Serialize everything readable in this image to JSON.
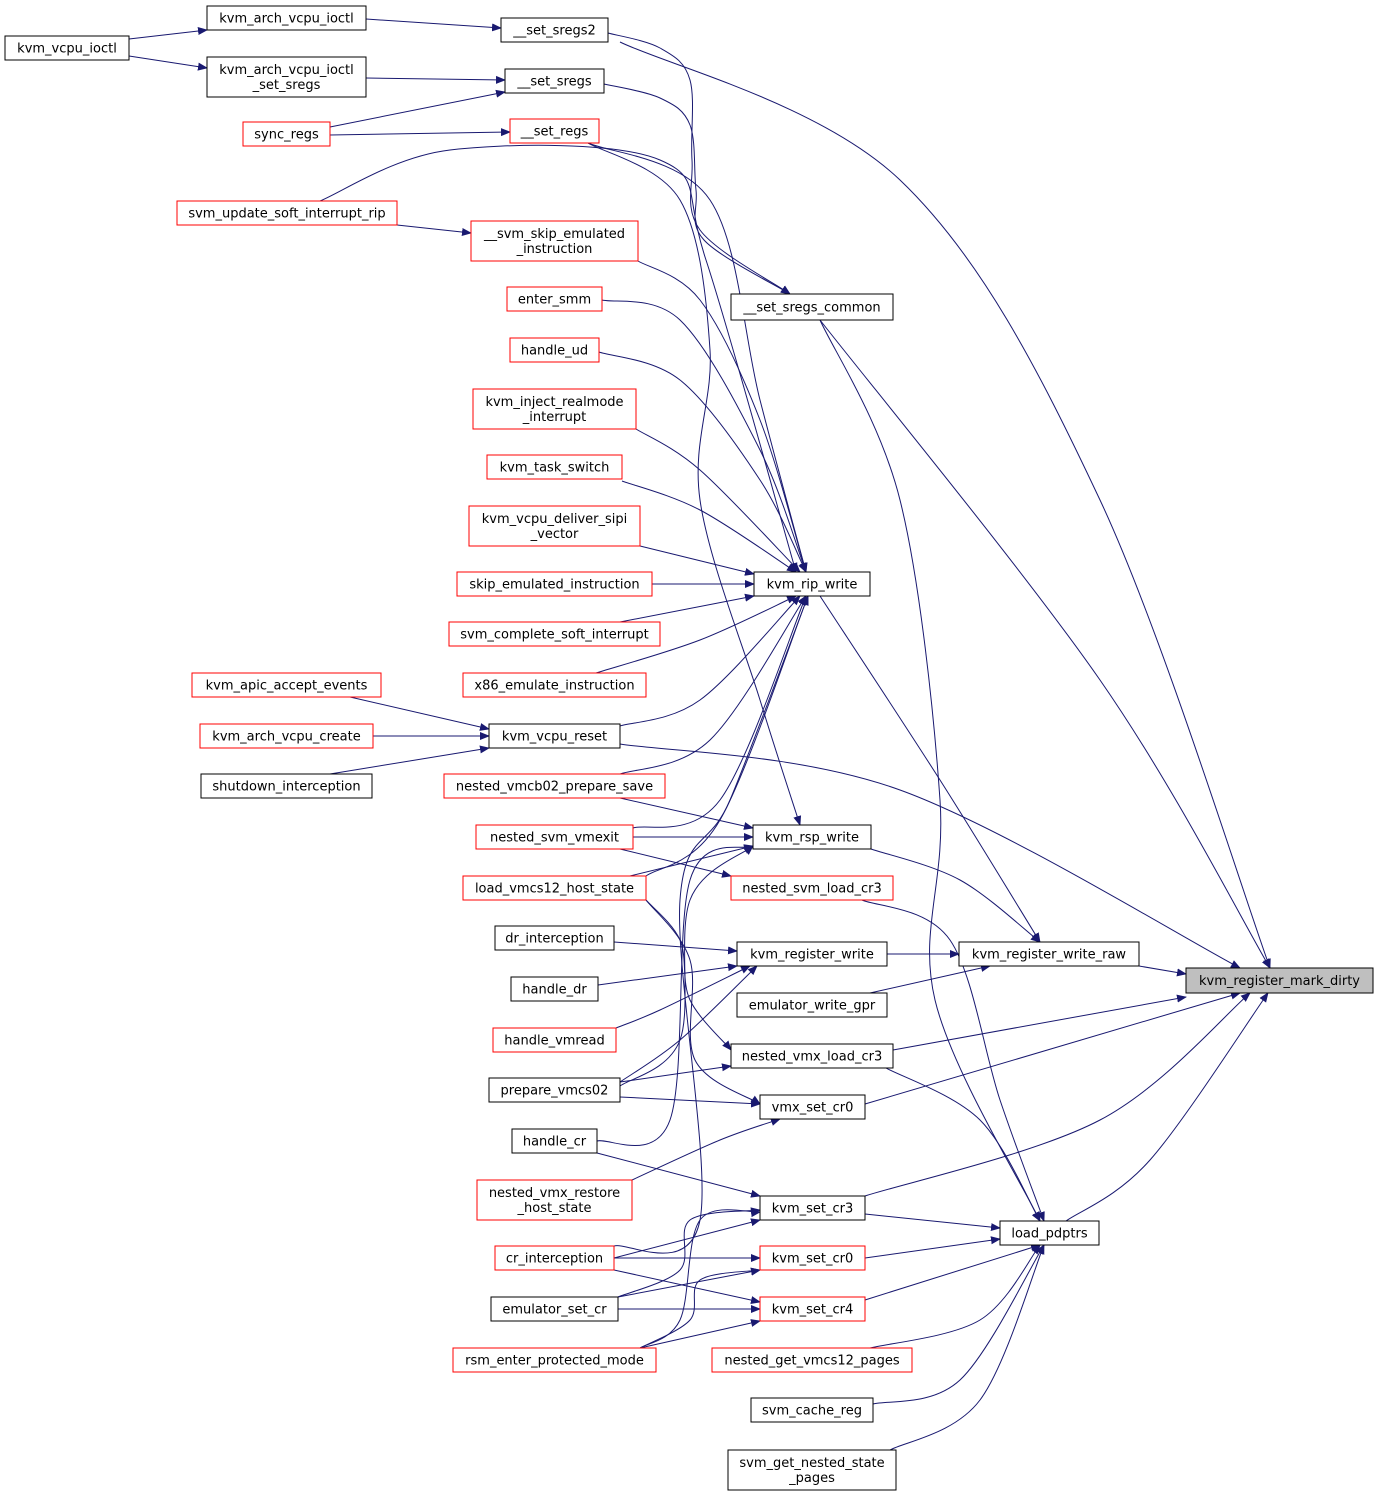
{
  "colors": {
    "edge": "#191970",
    "callable_border": "#000000",
    "truncated_border": "#ff0000",
    "root_fill": "#bfbfbf",
    "background": "#ffffff"
  },
  "nodes": {
    "kvm_vcpu_ioctl": {
      "lines": [
        "kvm_vcpu_ioctl"
      ],
      "style": "black"
    },
    "kvm_arch_vcpu_ioctl": {
      "lines": [
        "kvm_arch_vcpu_ioctl"
      ],
      "style": "black"
    },
    "kvm_arch_vcpu_ioctl_set_sregs": {
      "lines": [
        "kvm_arch_vcpu_ioctl",
        "_set_sregs"
      ],
      "style": "black"
    },
    "sync_regs": {
      "lines": [
        "sync_regs"
      ],
      "style": "red"
    },
    "svm_update_soft_interrupt_rip": {
      "lines": [
        "svm_update_soft_interrupt_rip"
      ],
      "style": "red"
    },
    "set_sregs2": {
      "lines": [
        "__set_sregs2"
      ],
      "style": "black"
    },
    "set_sregs": {
      "lines": [
        "__set_sregs"
      ],
      "style": "black"
    },
    "set_regs": {
      "lines": [
        "__set_regs"
      ],
      "style": "red"
    },
    "svm_skip_emulated_instruction": {
      "lines": [
        "__svm_skip_emulated",
        "_instruction"
      ],
      "style": "red"
    },
    "enter_smm": {
      "lines": [
        "enter_smm"
      ],
      "style": "red"
    },
    "handle_ud": {
      "lines": [
        "handle_ud"
      ],
      "style": "red"
    },
    "kvm_inject_realmode_interrupt": {
      "lines": [
        "kvm_inject_realmode",
        "_interrupt"
      ],
      "style": "red"
    },
    "kvm_task_switch": {
      "lines": [
        "kvm_task_switch"
      ],
      "style": "red"
    },
    "kvm_vcpu_deliver_sipi_vector": {
      "lines": [
        "kvm_vcpu_deliver_sipi",
        "_vector"
      ],
      "style": "red"
    },
    "skip_emulated_instruction": {
      "lines": [
        "skip_emulated_instruction"
      ],
      "style": "red"
    },
    "svm_complete_soft_interrupt": {
      "lines": [
        "svm_complete_soft_interrupt"
      ],
      "style": "red"
    },
    "x86_emulate_instruction": {
      "lines": [
        "x86_emulate_instruction"
      ],
      "style": "red"
    },
    "kvm_apic_accept_events": {
      "lines": [
        "kvm_apic_accept_events"
      ],
      "style": "red"
    },
    "kvm_arch_vcpu_create": {
      "lines": [
        "kvm_arch_vcpu_create"
      ],
      "style": "red"
    },
    "shutdown_interception": {
      "lines": [
        "shutdown_interception"
      ],
      "style": "black"
    },
    "kvm_vcpu_reset": {
      "lines": [
        "kvm_vcpu_reset"
      ],
      "style": "black"
    },
    "nested_vmcb02_prepare_save": {
      "lines": [
        "nested_vmcb02_prepare_save"
      ],
      "style": "red"
    },
    "nested_svm_vmexit": {
      "lines": [
        "nested_svm_vmexit"
      ],
      "style": "red"
    },
    "load_vmcs12_host_state": {
      "lines": [
        "load_vmcs12_host_state"
      ],
      "style": "red"
    },
    "dr_interception": {
      "lines": [
        "dr_interception"
      ],
      "style": "black"
    },
    "handle_dr": {
      "lines": [
        "handle_dr"
      ],
      "style": "black"
    },
    "handle_vmread": {
      "lines": [
        "handle_vmread"
      ],
      "style": "red"
    },
    "prepare_vmcs02": {
      "lines": [
        "prepare_vmcs02"
      ],
      "style": "black"
    },
    "handle_cr": {
      "lines": [
        "handle_cr"
      ],
      "style": "black"
    },
    "nested_vmx_restore_host_state": {
      "lines": [
        "nested_vmx_restore",
        "_host_state"
      ],
      "style": "red"
    },
    "cr_interception": {
      "lines": [
        "cr_interception"
      ],
      "style": "red"
    },
    "emulator_set_cr": {
      "lines": [
        "emulator_set_cr"
      ],
      "style": "black"
    },
    "rsm_enter_protected_mode": {
      "lines": [
        "rsm_enter_protected_mode"
      ],
      "style": "red"
    },
    "set_sregs_common": {
      "lines": [
        "__set_sregs_common"
      ],
      "style": "black"
    },
    "kvm_rip_write": {
      "lines": [
        "kvm_rip_write"
      ],
      "style": "black"
    },
    "kvm_rsp_write": {
      "lines": [
        "kvm_rsp_write"
      ],
      "style": "black"
    },
    "nested_svm_load_cr3": {
      "lines": [
        "nested_svm_load_cr3"
      ],
      "style": "red"
    },
    "kvm_register_write": {
      "lines": [
        "kvm_register_write"
      ],
      "style": "black"
    },
    "emulator_write_gpr": {
      "lines": [
        "emulator_write_gpr"
      ],
      "style": "black"
    },
    "nested_vmx_load_cr3": {
      "lines": [
        "nested_vmx_load_cr3"
      ],
      "style": "black"
    },
    "vmx_set_cr0": {
      "lines": [
        "vmx_set_cr0"
      ],
      "style": "black"
    },
    "kvm_set_cr3": {
      "lines": [
        "kvm_set_cr3"
      ],
      "style": "black"
    },
    "kvm_set_cr0": {
      "lines": [
        "kvm_set_cr0"
      ],
      "style": "red"
    },
    "kvm_set_cr4": {
      "lines": [
        "kvm_set_cr4"
      ],
      "style": "red"
    },
    "nested_get_vmcs12_pages": {
      "lines": [
        "nested_get_vmcs12_pages"
      ],
      "style": "red"
    },
    "svm_cache_reg": {
      "lines": [
        "svm_cache_reg"
      ],
      "style": "black"
    },
    "svm_get_nested_state_pages": {
      "lines": [
        "svm_get_nested_state",
        "_pages"
      ],
      "style": "black"
    },
    "kvm_register_write_raw": {
      "lines": [
        "kvm_register_write_raw"
      ],
      "style": "black"
    },
    "load_pdptrs": {
      "lines": [
        "load_pdptrs"
      ],
      "style": "black"
    },
    "kvm_register_mark_dirty": {
      "lines": [
        "kvm_register_mark_dirty"
      ],
      "style": "root"
    }
  }
}
